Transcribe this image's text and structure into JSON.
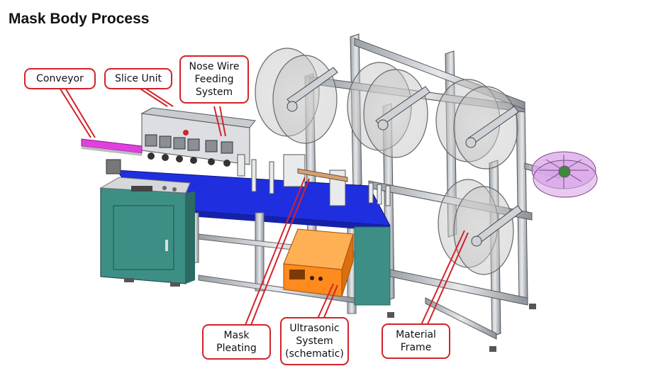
{
  "title": "Mask Body Process",
  "callouts": {
    "conveyor": "Conveyor",
    "slice_unit": "Slice Unit",
    "nose_wire": "Nose Wire\nFeeding\nSystem",
    "mask_pleating": "Mask\nPleating",
    "ultrasonic": "Ultrasonic\nSystem\n(schematic)",
    "material_frame": "Material\nFrame"
  },
  "colors": {
    "callout_border": "#d3232a",
    "table_top": "#1f2fe0",
    "cabinet": "#3d8f85",
    "ultrasonic_box": "#ff8a1e",
    "conveyor_belt": "#e040e0",
    "reel_pink": "#d9a6e8"
  }
}
